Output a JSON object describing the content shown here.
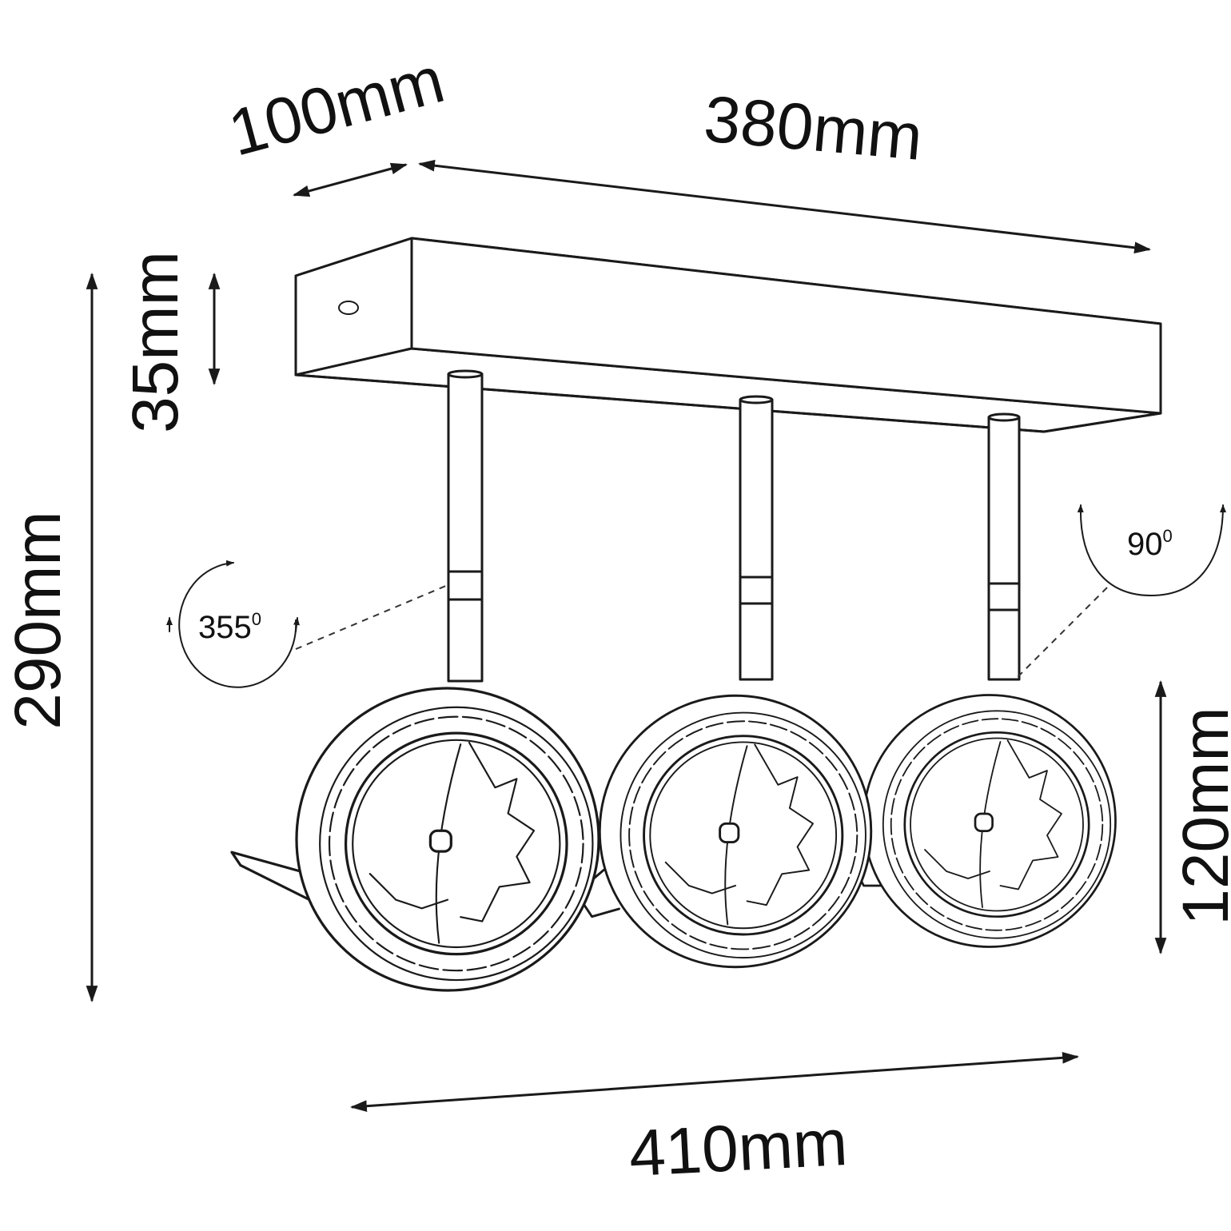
{
  "dimensions": {
    "depth": "100mm",
    "length": "380mm",
    "base_height": "35mm",
    "total_height": "290mm",
    "head_diameter": "120mm",
    "total_width": "410mm"
  },
  "rotations": {
    "horizontal": {
      "value": "355",
      "unit": "0"
    },
    "vertical": {
      "value": "90",
      "unit": "0"
    }
  },
  "fixture": {
    "heads": 3
  }
}
